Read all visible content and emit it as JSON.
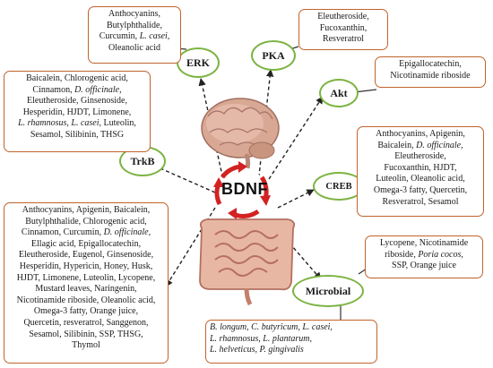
{
  "center": {
    "label": "BDNF"
  },
  "nodes": {
    "erk": "ERK",
    "pka": "PKA",
    "akt": "Akt",
    "trkb": "TrkB",
    "creb": "CREB",
    "microbial": "Microbial"
  },
  "boxes": {
    "erk": {
      "lines": [
        "Anthocyanins,",
        "Butylphthalide,",
        "Curcumin,",
        "L. casei,",
        "Oleanolic acid"
      ]
    },
    "pka": {
      "lines": [
        "Eleutheroside,",
        "Fucoxanthin,",
        "Resveratrol"
      ]
    },
    "akt": {
      "lines": [
        "Epigallocatechin,",
        "Nicotinamide riboside"
      ]
    },
    "trkb": {
      "lines": [
        "Baicalein, Chlorogenic acid,",
        "Cinnamon,",
        "D. officinale,",
        "Eleutheroside, Ginsenoside,",
        "Hesperidin, HJDT, Limonene,",
        "L. rhamnosus,",
        "L. casei,",
        "Luteolin,",
        "Sesamol, Silibinin, THSG"
      ]
    },
    "creb": {
      "lines": [
        "Anthocyanins, Apigenin,",
        "Baicalein,",
        "D. officinale,",
        "Eleutheroside,",
        "Fucoxanthin, HJDT,",
        "Luteolin, Oleanolic acid,",
        "Omega-3 fatty, Quercetin,",
        "Resveratrol, Sesamol"
      ]
    },
    "big": {
      "lines": [
        "Anthocyanins, Apigenin, Baicalein,",
        "Butylphthalide, Chlorogenic acid,",
        "Cinnamon, Curcumin,",
        "D. officinale,",
        "Ellagic acid, Epigallocatechin,",
        "Eleutheroside, Eugenol, Ginsenoside,",
        "Hesperidin, Hypericin, Honey, Husk,",
        "HJDT, Limonene, Luteolin, Lycopene,",
        "Mustard leaves, Naringenin,",
        "Nicotinamide riboside, Oleanolic acid,",
        "Omega-3 fatty, Orange juice,",
        "Quercetin, resveratrol, Sanggenon,",
        "Sesamol, Silibinin, SSP, THSG,",
        "Thymol"
      ]
    },
    "microbial": {
      "lines": [
        "Lycopene, Nicotinamide",
        "riboside,",
        "Poria cocos,",
        "SSP, Orange juice"
      ]
    },
    "bacteria": {
      "lines": [
        "B. longum,",
        "C. butyricum,",
        "L. casei,",
        "L. rhamnosus,",
        "L. plantarum,",
        "L. helveticus,",
        "P. gingivalis"
      ]
    }
  }
}
